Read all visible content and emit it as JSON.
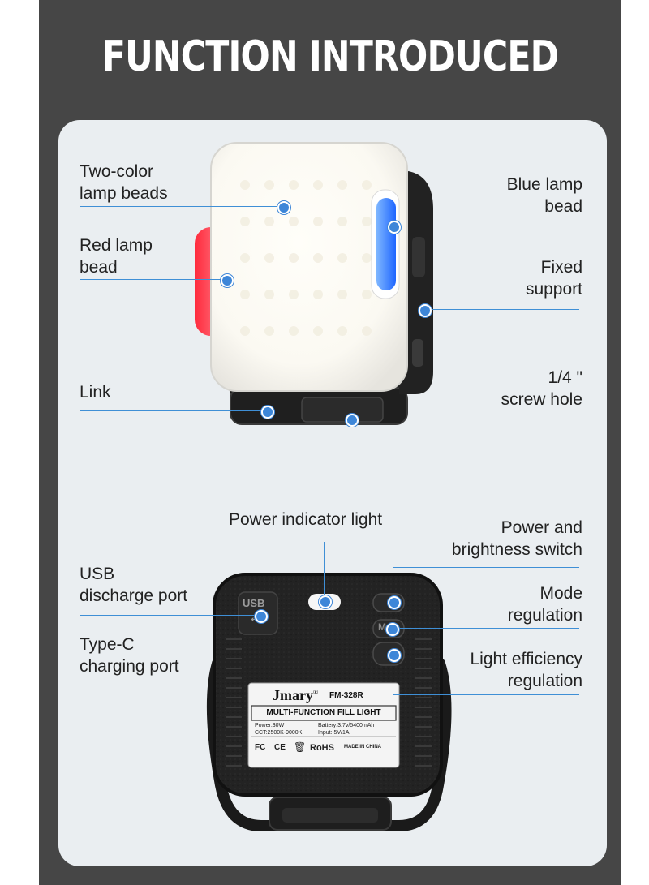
{
  "header": {
    "title": "FUNCTION INTRODUCED"
  },
  "front": {
    "two_color_line1": "Two-color",
    "two_color_line2": "lamp beads",
    "red_line1": "Red lamp",
    "red_line2": "bead",
    "link": "Link",
    "blue_line1": "Blue lamp",
    "blue_line2": "bead",
    "fixed_line1": "Fixed",
    "fixed_line2": "support",
    "screw_line1": "1/4 \"",
    "screw_line2": "screw hole"
  },
  "back": {
    "power_indicator": "Power indicator light",
    "usb_line1": "USB",
    "usb_line2": "discharge port",
    "typec_line1": "Type-C",
    "typec_line2": "charging port",
    "power_line1": "Power and",
    "power_line2": "brightness switch",
    "mode_line1": "Mode",
    "mode_line2": "regulation",
    "efficiency_line1": "Light efficiency",
    "efficiency_line2": "regulation"
  },
  "device_label": {
    "brand": "Jmary",
    "reg": "®",
    "model": "FM-328R",
    "product": "MULTI-FUNCTION FILL LIGHT",
    "power": "Power:30W",
    "battery": "Battery:3.7v/5400mAh",
    "cct": "CCT:2500K-9000K",
    "input": "Input: 5V/1A",
    "cert_fc": "FC",
    "cert_ce": "CE",
    "cert_rohs": "RoHS",
    "made_in": "MADE IN CHINA",
    "usb_text": "USB",
    "mode_key": "M"
  },
  "colors": {
    "accent_blue": "#3d86d8",
    "background_dark": "#464646",
    "card": "#eaeef1",
    "red_bead": "#ff3b4a",
    "blue_bead": "#2f7bff"
  }
}
